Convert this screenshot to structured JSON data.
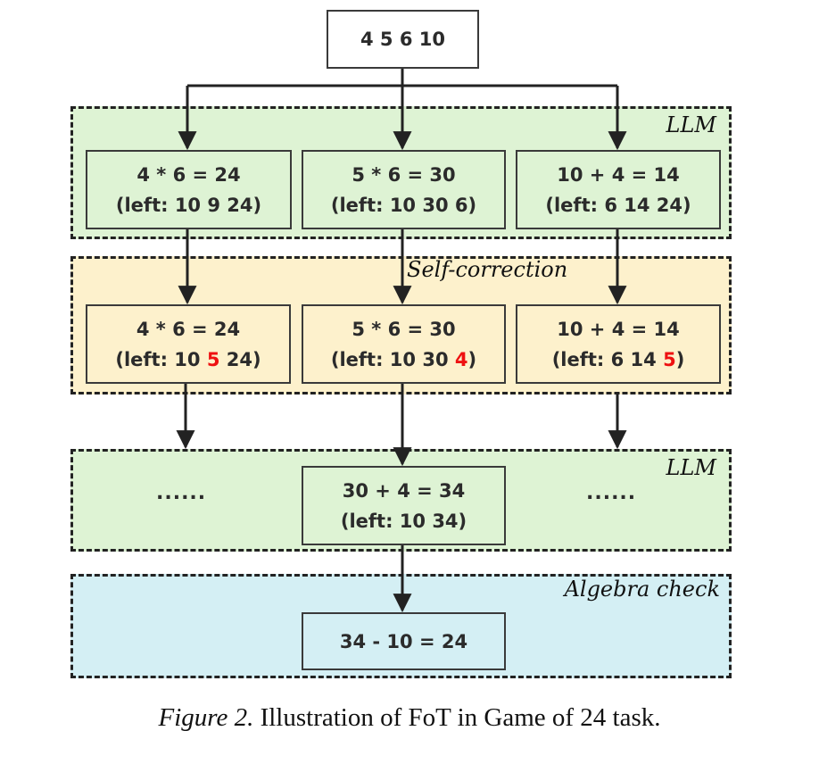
{
  "colors": {
    "llm_region": "#def3d4",
    "self_correction_region": "#fdf1cc",
    "algebra_region": "#d4eff4",
    "node_root": "#ffffff",
    "highlight": "#ee1111",
    "stroke": "#222222"
  },
  "root": {
    "text": "4 5 6 10"
  },
  "regions": {
    "llm_1": {
      "label": "LLM"
    },
    "self_correction": {
      "label": "Self-correction"
    },
    "llm_2": {
      "label": "LLM"
    },
    "algebra_check": {
      "label": "Algebra check"
    }
  },
  "llm_1_nodes": [
    {
      "expr": "4 * 6 = 24",
      "left_prefix": "(left: 10 9 24)",
      "left_corrected": "",
      "left_suffix": ""
    },
    {
      "expr": "5 * 6 = 30",
      "left_prefix": "(left: 10 30 6)",
      "left_corrected": "",
      "left_suffix": ""
    },
    {
      "expr": "10 + 4 = 14",
      "left_prefix": "(left: 6 14 24)",
      "left_corrected": "",
      "left_suffix": ""
    }
  ],
  "self_correction_nodes": [
    {
      "expr": "4 * 6 = 24",
      "left_prefix": "(left: 10 ",
      "left_corrected": "5",
      "left_suffix": " 24)"
    },
    {
      "expr": "5 * 6 = 30",
      "left_prefix": "(left: 10 30 ",
      "left_corrected": "4",
      "left_suffix": ")"
    },
    {
      "expr": "10 + 4 = 14",
      "left_prefix": "(left: 6 14 ",
      "left_corrected": "5",
      "left_suffix": ")"
    }
  ],
  "llm_2": {
    "ellipsis_left": "......",
    "ellipsis_right": "......",
    "node": {
      "expr": "30 + 4 = 34",
      "left": "(left: 10 34)"
    }
  },
  "algebra_node": {
    "expr": "34 - 10 = 24"
  },
  "caption": {
    "figure_label": "Figure 2.",
    "text": " Illustration of FoT in Game of 24 task."
  }
}
